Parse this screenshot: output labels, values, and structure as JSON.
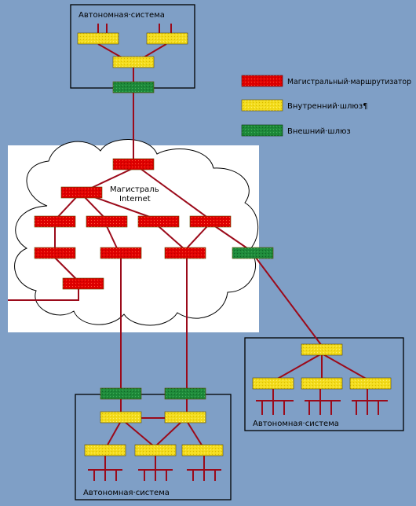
{
  "colors": {
    "background": "#7f9fc6",
    "backbone_router": "#e00000",
    "internal_gateway": "#f3dc1c",
    "external_gateway": "#1e8a3a",
    "link": "#9b0a1a",
    "cloud": "#ffffff"
  },
  "legend": {
    "backbone_router": "Магистральный·маршрутизатор",
    "internal_gateway": "Внутренний·шлюз¶",
    "external_gateway": "Внешний·шлюз"
  },
  "cloud": {
    "label_line1": "Магистраль",
    "label_line2": "Internet"
  },
  "systems": {
    "top": "Автономная·система",
    "right": "Автономная·система",
    "bottom": "Автономная·система"
  }
}
